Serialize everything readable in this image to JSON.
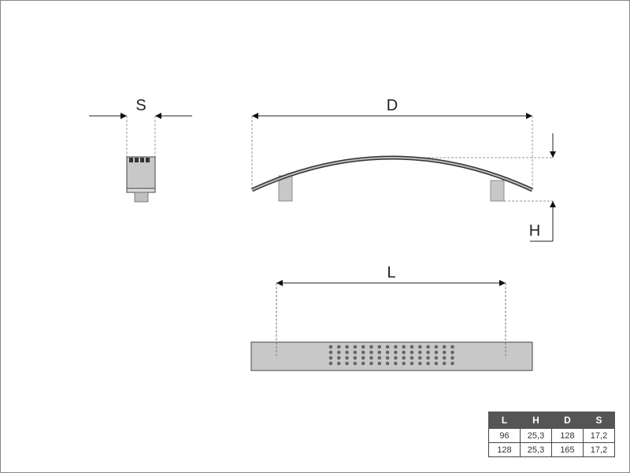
{
  "dimension_labels": {
    "S": "S",
    "D": "D",
    "H": "H",
    "L": "L"
  },
  "table": {
    "headers": [
      "L",
      "H",
      "D",
      "S"
    ],
    "rows": [
      [
        "96",
        "25,3",
        "128",
        "17,2"
      ],
      [
        "128",
        "25,3",
        "165",
        "17,2"
      ]
    ]
  },
  "colors": {
    "part_fill": "#c8c8c8",
    "outline": "#444444",
    "header_bg": "#555555"
  },
  "pattern": {
    "dot_columns": 16,
    "dot_rows": 4
  }
}
